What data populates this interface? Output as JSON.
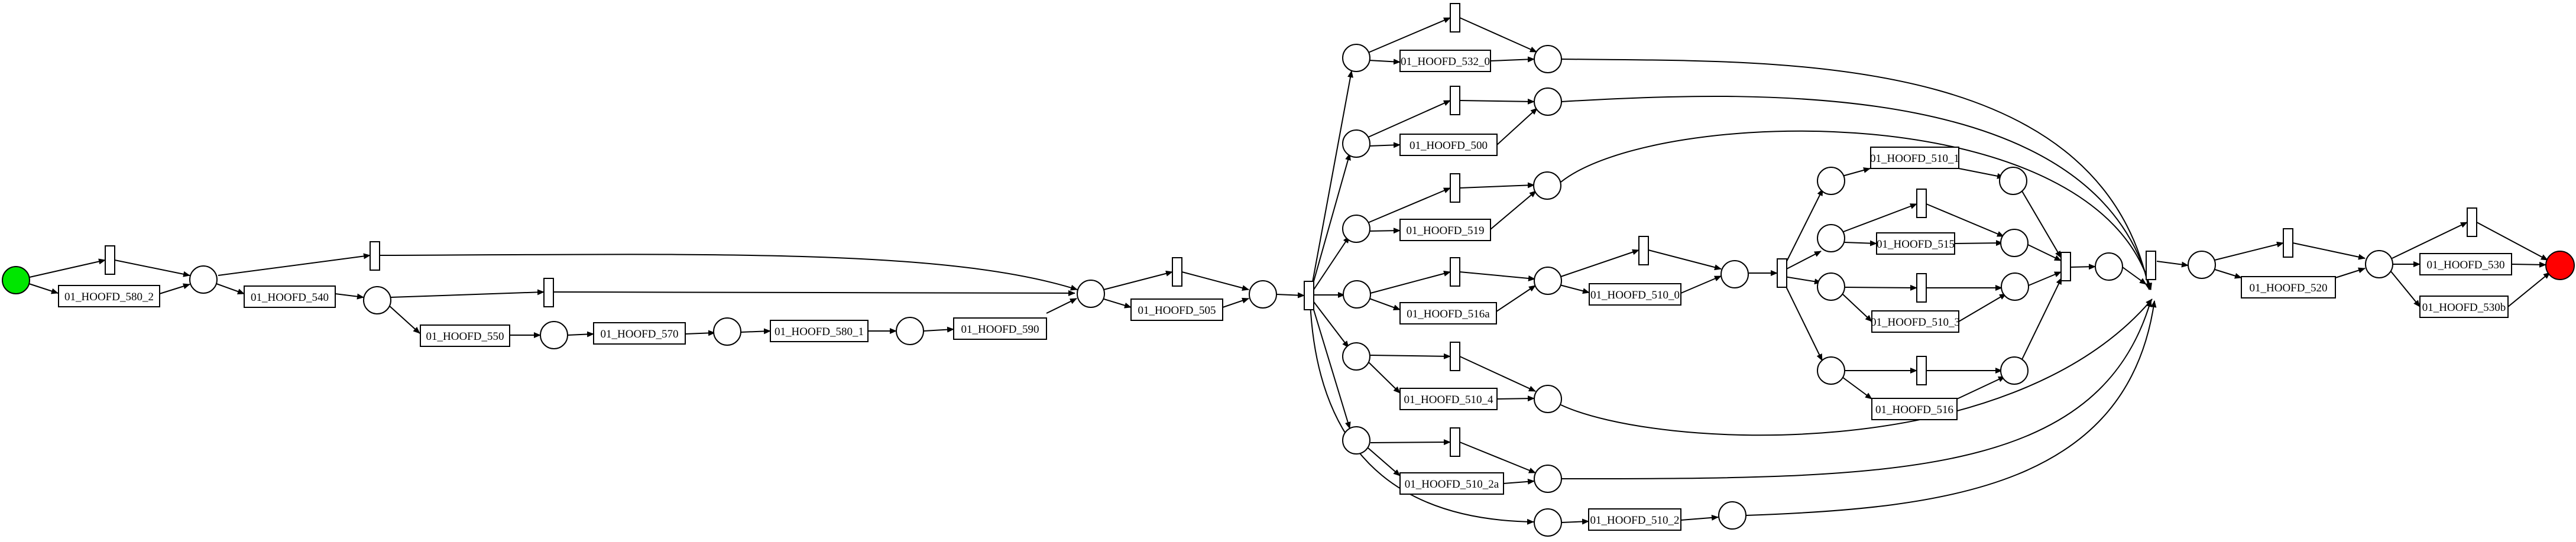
{
  "colors": {
    "source_place": "#00e600",
    "sink_place": "#ff0000",
    "stroke": "#000000",
    "fill": "#ffffff"
  },
  "transitions": {
    "t580_2": "01_HOOFD_580_2",
    "t540": "01_HOOFD_540",
    "t550": "01_HOOFD_550",
    "t570": "01_HOOFD_570",
    "t580_1": "01_HOOFD_580_1",
    "t590": "01_HOOFD_590",
    "t505": "01_HOOFD_505",
    "t532_0": "01_HOOFD_532_0",
    "t500": "01_HOOFD_500",
    "t519": "01_HOOFD_519",
    "t516a": "01_HOOFD_516a",
    "t510_0": "01_HOOFD_510_0",
    "t510_4": "01_HOOFD_510_4",
    "t510_2a": "01_HOOFD_510_2a",
    "t510_2": "01_HOOFD_510_2",
    "t510_1": "01_HOOFD_510_1",
    "t515": "01_HOOFD_515",
    "t510_3": "01_HOOFD_510_3",
    "t516": "01_HOOFD_516",
    "t520": "01_HOOFD_520",
    "t530": "01_HOOFD_530",
    "t530b": "01_HOOFD_530b"
  }
}
